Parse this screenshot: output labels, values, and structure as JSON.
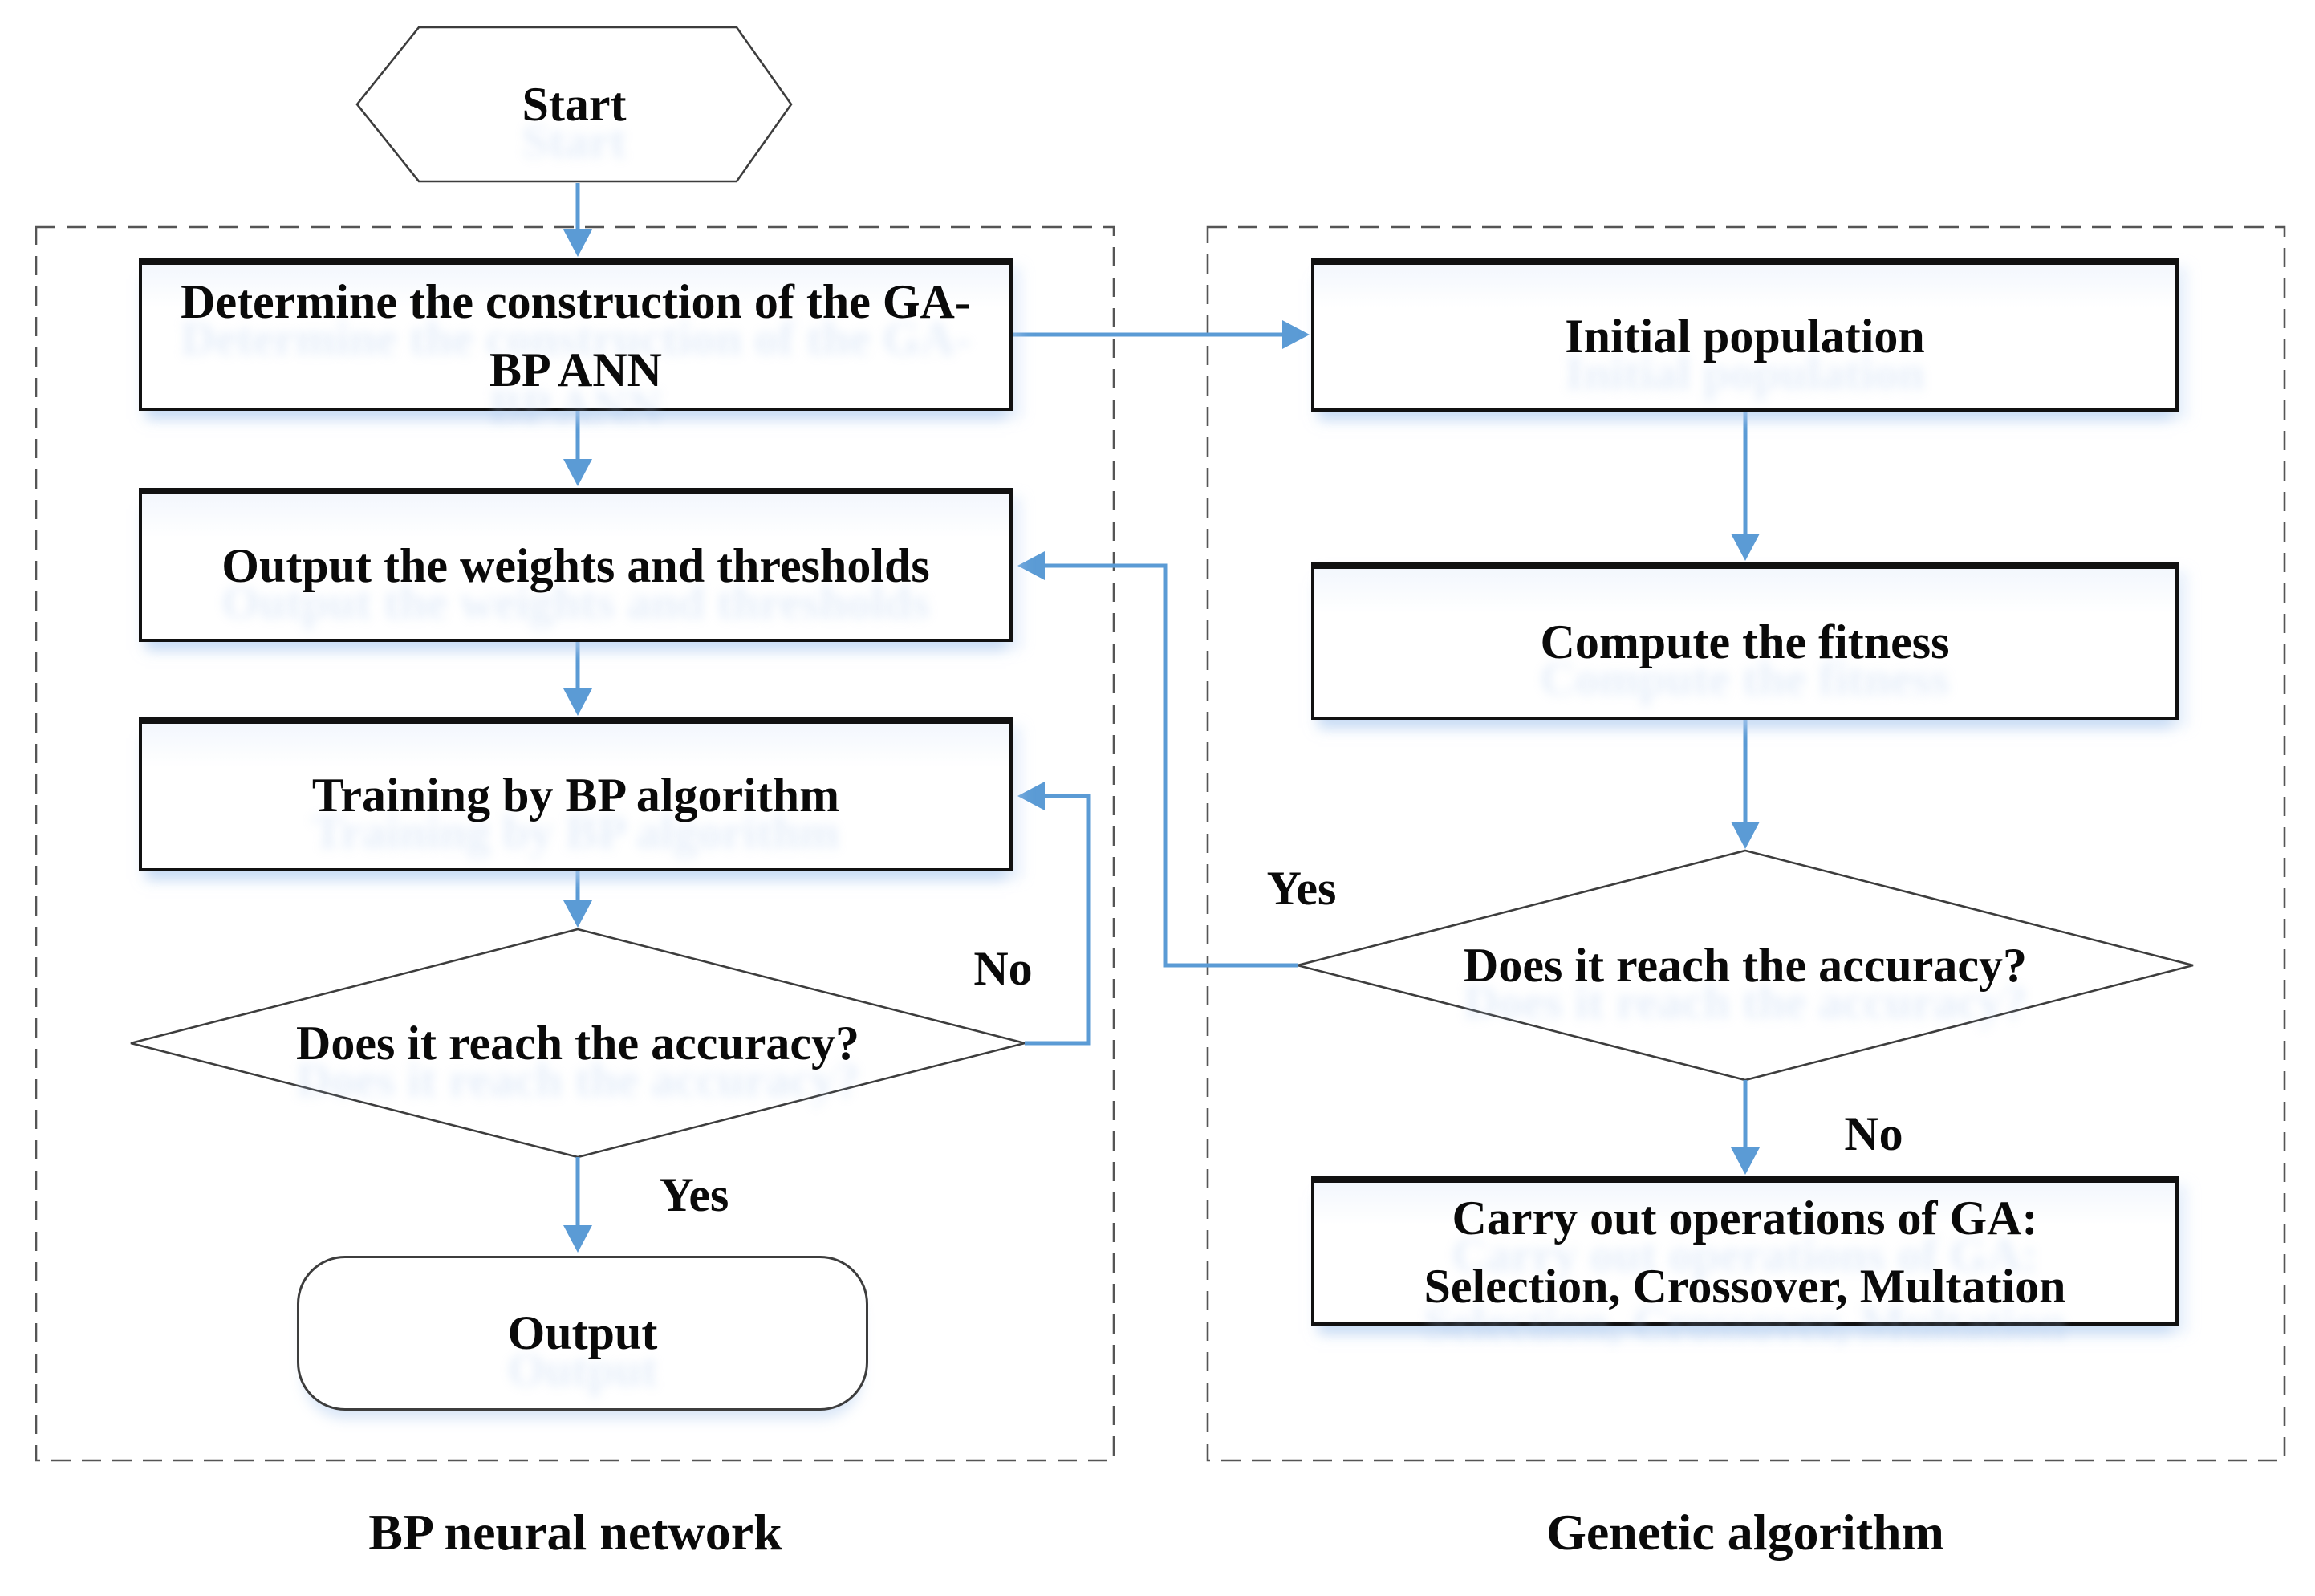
{
  "colors": {
    "arrow": "#5B9BD5",
    "process_border": "#111111",
    "shape_border": "#3d3d3d",
    "dashed_border": "#555555",
    "text": "#0a0a0a",
    "background": "#ffffff"
  },
  "panels": {
    "bp": {
      "label": "BP neural network"
    },
    "ga": {
      "label": "Genetic algorithm"
    }
  },
  "nodes": {
    "start": {
      "label": "Start",
      "type": "terminator"
    },
    "determine": {
      "label": "Determine the construction of the GA-BP ANN",
      "type": "process"
    },
    "output_weights": {
      "label": "Output the weights and thresholds",
      "type": "process"
    },
    "training": {
      "label": "Training by BP algorithm",
      "type": "process"
    },
    "bp_decision": {
      "label": "Does it reach the accuracy?",
      "type": "decision"
    },
    "output": {
      "label": "Output",
      "type": "terminator"
    },
    "initial_population": {
      "label": "Initial population",
      "type": "process"
    },
    "compute_fitness": {
      "label": "Compute the fitness",
      "type": "process"
    },
    "ga_decision": {
      "label": "Does it reach the accuracy?",
      "type": "decision"
    },
    "ga_operations": {
      "label": "Carry out operations of GA:\nSelection, Crossover, Multation",
      "type": "process"
    }
  },
  "edge_labels": {
    "bp_yes": "Yes",
    "bp_no": "No",
    "ga_yes": "Yes",
    "ga_no": "No"
  },
  "edges": [
    {
      "from": "start",
      "to": "determine"
    },
    {
      "from": "determine",
      "to": "initial_population"
    },
    {
      "from": "determine",
      "to": "output_weights"
    },
    {
      "from": "output_weights",
      "to": "training"
    },
    {
      "from": "training",
      "to": "bp_decision"
    },
    {
      "from": "bp_decision",
      "to": "output",
      "label": "Yes"
    },
    {
      "from": "bp_decision",
      "to": "training",
      "label": "No"
    },
    {
      "from": "initial_population",
      "to": "compute_fitness"
    },
    {
      "from": "compute_fitness",
      "to": "ga_decision"
    },
    {
      "from": "ga_decision",
      "to": "ga_operations",
      "label": "No"
    },
    {
      "from": "ga_decision",
      "to": "output_weights",
      "label": "Yes"
    }
  ]
}
